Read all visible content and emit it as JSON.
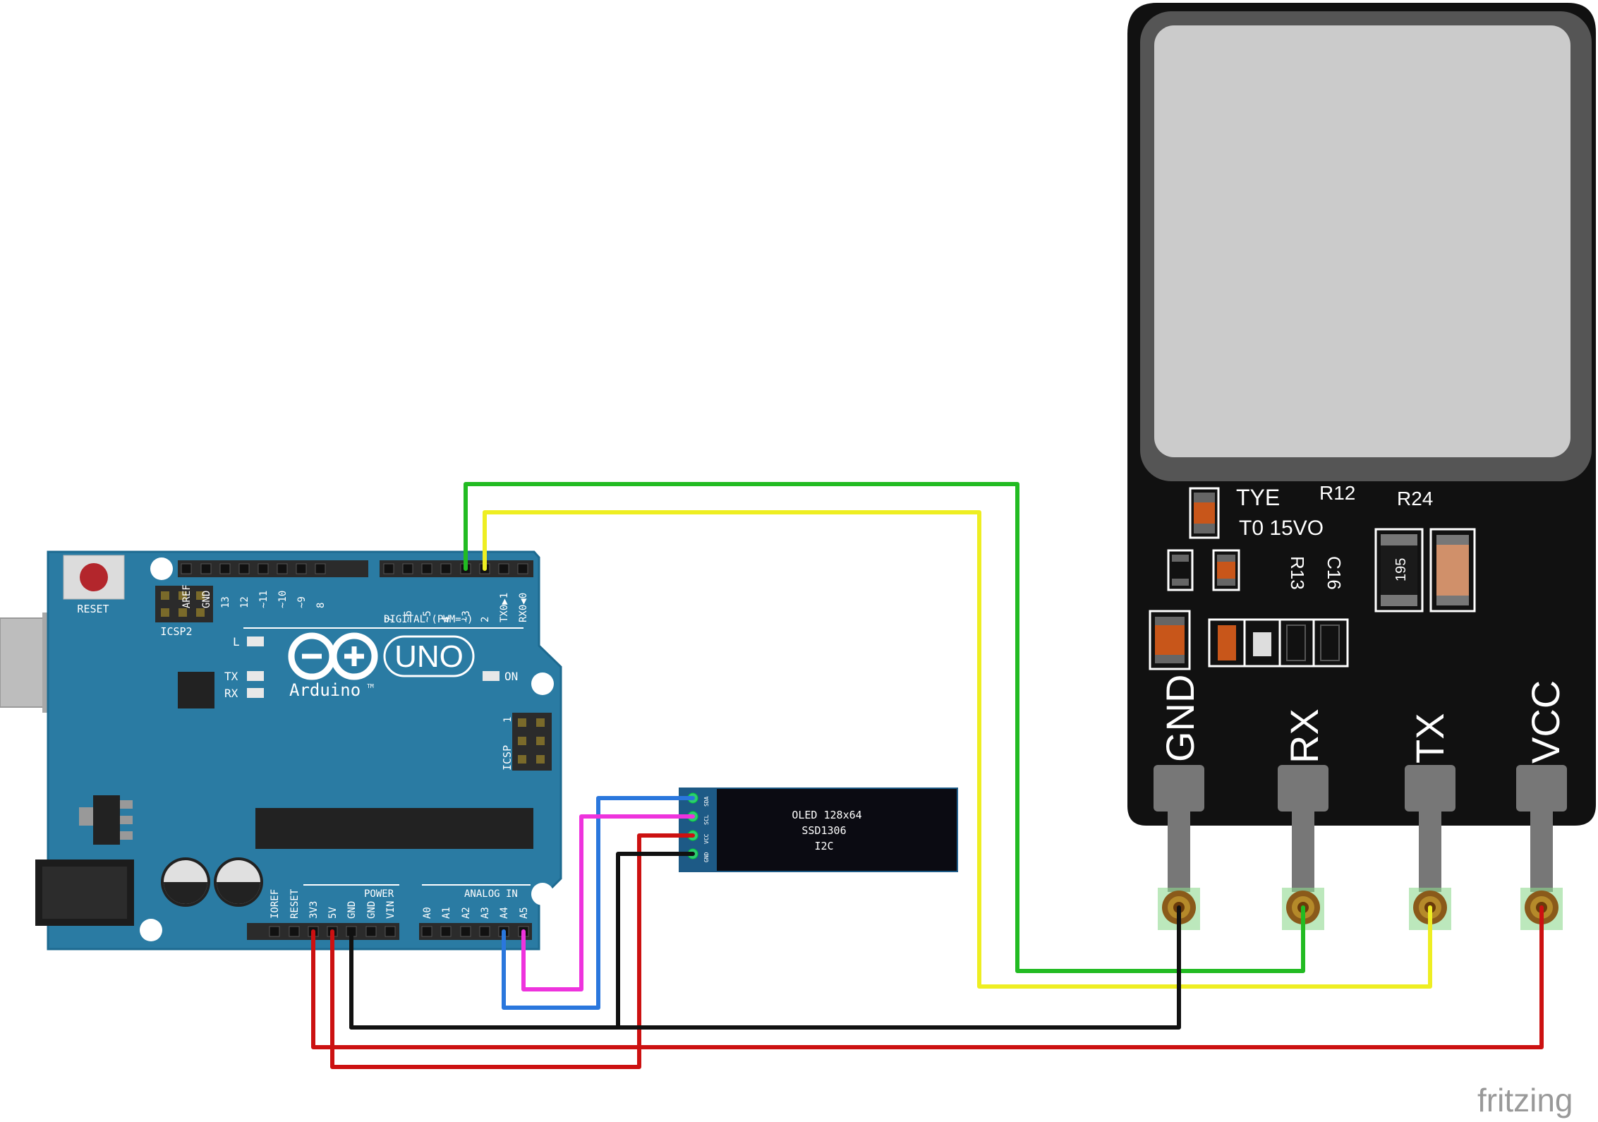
{
  "arduino": {
    "reset_label": "RESET",
    "icsp2_label": "ICSP2",
    "icsp_label": "ICSP",
    "logo_text": "Arduino",
    "tm_mark": "TM",
    "uno_text": "UNO",
    "led_l_label": "L",
    "led_tx_label": "TX",
    "led_rx_label": "RX",
    "led_on_label": "ON",
    "icsp_pin1_label": "1",
    "digital_section_label": "DIGITAL (PWM=~)",
    "power_section_label": "POWER",
    "analog_section_label": "ANALOG IN",
    "digital_pins_left": [
      "AREF",
      "GND",
      "13",
      "12",
      "~11",
      "~10",
      "~9",
      "8"
    ],
    "digital_pins_right": [
      "7",
      "~6",
      "~5",
      "4",
      "~3",
      "2",
      "TX0▶1",
      "RX0◀0"
    ],
    "power_pins": [
      "IOREF",
      "RESET",
      "3V3",
      "5V",
      "GND",
      "GND",
      "VIN"
    ],
    "analog_pins": [
      "A0",
      "A1",
      "A2",
      "A3",
      "A4",
      "A5"
    ]
  },
  "oled": {
    "pin_labels": [
      "SDA",
      "SCL",
      "VCC",
      "GND"
    ],
    "text_line1": "OLED 128x64",
    "text_line2": "SSD1306",
    "text_line3": "I2C"
  },
  "sensor": {
    "label_tye": "TYE",
    "label_t0": "T0 15VO",
    "label_r12": "R12",
    "label_r24": "R24",
    "label_r13": "R13",
    "label_c16": "C16",
    "label_195": "195",
    "pin_labels": [
      "GND",
      "RX",
      "TX",
      "VCC"
    ]
  },
  "watermark": "fritzing",
  "colors": {
    "board": "#2a7ba3",
    "board_edge": "#1d6a90",
    "wire_red": "#cc1111",
    "wire_black": "#111111",
    "wire_green": "#22bb22",
    "wire_yellow": "#eeee22",
    "wire_blue": "#2a77dd",
    "wire_magenta": "#ee33dd",
    "sensor_body": "#111111",
    "sensor_window": "#cbcbcb"
  }
}
